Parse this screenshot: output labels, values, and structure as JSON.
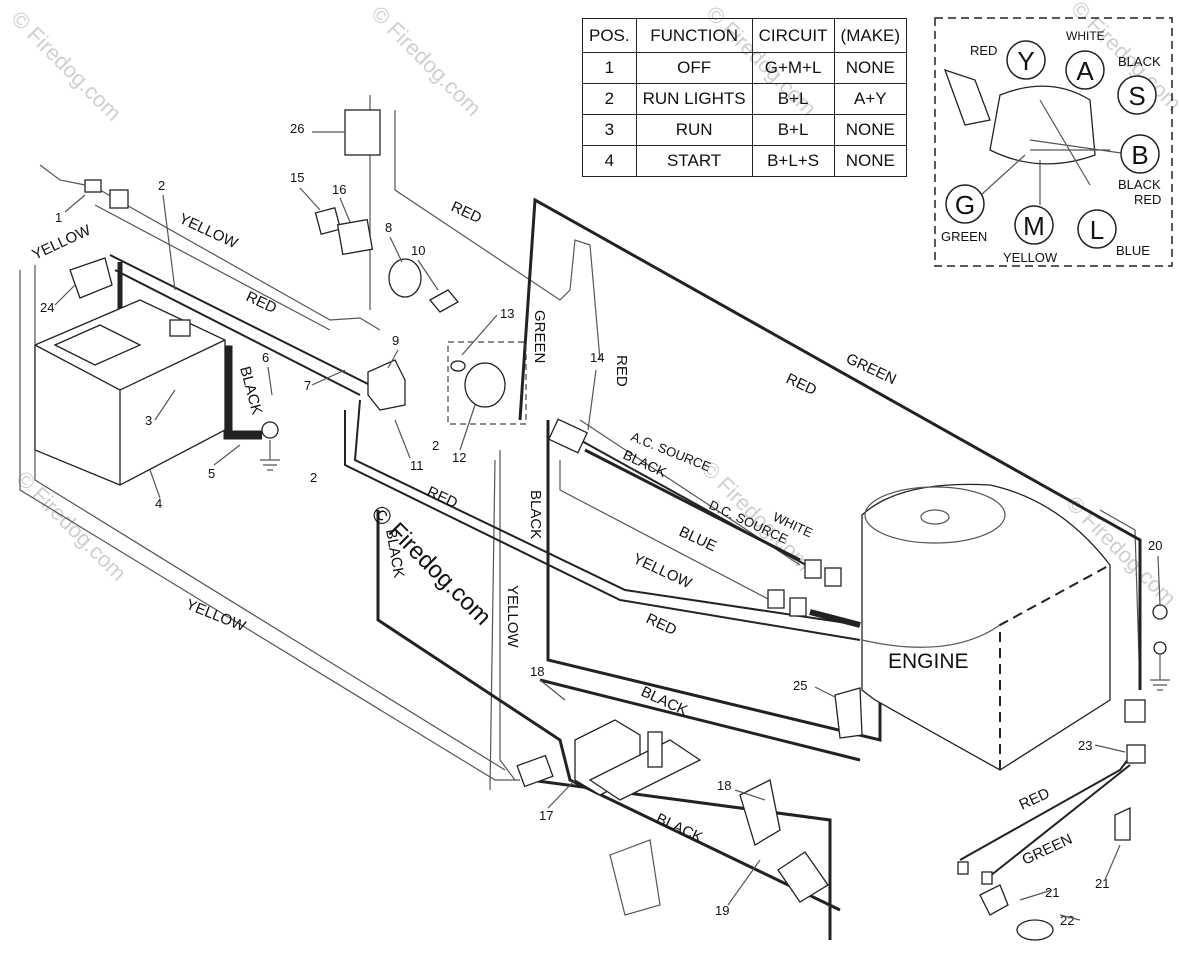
{
  "table": {
    "headers": [
      "POS.",
      "FUNCTION",
      "CIRCUIT",
      "(MAKE)"
    ],
    "rows": [
      [
        "1",
        "OFF",
        "G+M+L",
        "NONE"
      ],
      [
        "2",
        "RUN LIGHTS",
        "B+L",
        "A+Y"
      ],
      [
        "3",
        "RUN",
        "B+L",
        "NONE"
      ],
      [
        "4",
        "START",
        "B+L+S",
        "NONE"
      ]
    ]
  },
  "switch_terminals": {
    "Y": {
      "letter": "Y",
      "color": "RED"
    },
    "A": {
      "letter": "A",
      "color": "WHITE"
    },
    "S": {
      "letter": "S",
      "color": "BLACK"
    },
    "B": {
      "letter": "B",
      "color": "BLACK",
      "color2": "RED"
    },
    "G": {
      "letter": "G",
      "color": "GREEN"
    },
    "M": {
      "letter": "M",
      "color": "YELLOW"
    },
    "L": {
      "letter": "L",
      "color": "BLUE"
    }
  },
  "engine_label": "ENGINE",
  "watermark": "© Firedog.com",
  "wire_labels": {
    "yellow": "YELLOW",
    "red": "RED",
    "black": "BLACK",
    "green": "GREEN",
    "white": "WHITE",
    "blue": "BLUE",
    "ac_source": "A.C. SOURCE",
    "dc_source": "D.C. SOURCE"
  },
  "part_numbers": {
    "p1": "1",
    "p2": "2",
    "p3": "3",
    "p4": "4",
    "p5": "5",
    "p6": "6",
    "p7": "7",
    "p8": "8",
    "p9": "9",
    "p10": "10",
    "p11": "11",
    "p12": "12",
    "p13": "13",
    "p14": "14",
    "p15": "15",
    "p16": "16",
    "p17": "17",
    "p18": "18",
    "p19": "19",
    "p20": "20",
    "p21": "21",
    "p22": "22",
    "p23": "23",
    "p24": "24",
    "p25": "25",
    "p26": "26"
  }
}
